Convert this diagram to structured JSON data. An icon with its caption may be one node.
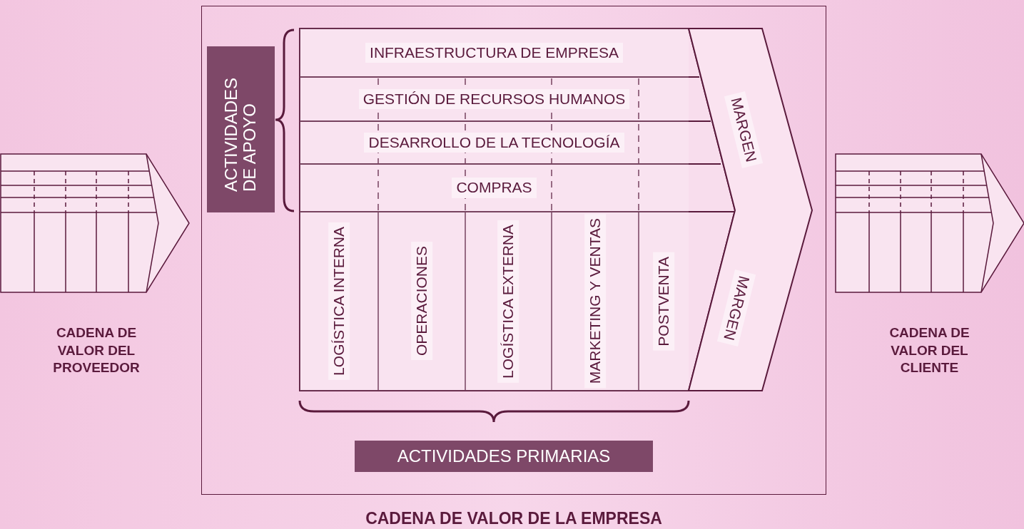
{
  "diagram": {
    "nodes": [
      {
        "text": [
          "CADENA DE VALOR DE LA EMPRESA"
        ]
      },
      {
        "text": [
          "ACTIVIDADES DE APOYO"
        ],
        "in": 0
      },
      {
        "text": [
          "INFRAESTRUCTURA DE EMPRESA"
        ],
        "in": 0
      },
      {
        "text": [
          "GESTIÓN DE RECURSOS HUMANOS"
        ],
        "in": 0
      },
      {
        "text": [
          "DESARROLLO DE LA TECNOLOGÍA"
        ],
        "in": 0
      },
      {
        "text": [
          "COMPRAS"
        ],
        "in": 0
      },
      {
        "text": [
          "LOGÍSTICA INTERNA"
        ],
        "in": 0
      },
      {
        "text": [
          "OPERACIONES"
        ],
        "in": 0
      },
      {
        "text": [
          "LOGÍSTICA EXTERNA"
        ],
        "in": 0
      },
      {
        "text": [
          "MARKETING Y VENTAS"
        ],
        "in": 0
      },
      {
        "text": [
          "POSTVENTA"
        ],
        "in": 0
      },
      {
        "text": [
          "MARGEN",
          "MARGEN"
        ],
        "in": 0
      },
      {
        "text": [
          "ACTIVIDADES PRIMARIAS"
        ],
        "in": 0
      },
      {
        "text": [
          "CADENA DE VALOR DEL PROVEEDOR"
        ]
      },
      {
        "text": [
          "CADENA DE VALOR DEL CLIENTE"
        ]
      }
    ]
  }
}
